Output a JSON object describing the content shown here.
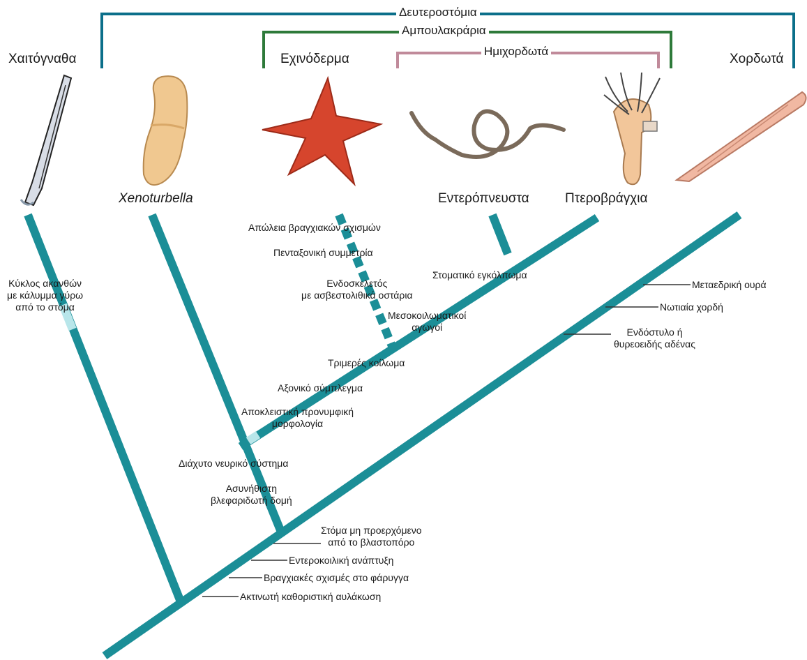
{
  "groups": {
    "deuterostomia": "Δευτεροστόμια",
    "ambulacraria": "Αμπουλακράρια",
    "hemichordata": "Ημιχορδωτά"
  },
  "taxa": {
    "chaetognatha": "Χαιτόγναθα",
    "xenoturbella": "Xenoturbella",
    "echinodermata": "Εχινόδερμα",
    "enteropneusta": "Εντερόπνευστα",
    "pterobranchia": "Πτεροβράγχια",
    "chordata": "Χορδωτά"
  },
  "traits": {
    "spines": "Κύκλος ακανθών\nμε κάλυμμα γύρω\nαπό το στόμα",
    "gill_loss": "Απώλεια βραγχιακών σχισμών",
    "pentaradial": "Πενταξονική συμμετρία",
    "endoskeleton": "Ενδοσκελετός\nμε ασβεστολιθικά οστάρια",
    "mesocoel_ducts": "Μεσοκοιλωματικοί\nαγωγοί",
    "stomochord": "Στοματικό εγκόλπωμα",
    "trimerous": "Τριμερές κοίλωμα",
    "axial_complex": "Αξονικό σύμπλεγμα",
    "larval_morphology": "Αποκλειστική προνυμφική\nμορφολογία",
    "diffuse_nervous": "Διάχυτο νευρικό σύστημα",
    "ciliary_structure": "Ασυνήθιστη\nβλεφαριδωτή δομή",
    "mouth_not_blastopore": "Στόμα μη προερχόμενο\nαπό το βλαστοπόρο",
    "enterocoely": "Εντεροκοιλική ανάπτυξη",
    "pharyngeal_slits": "Βραγχιακές σχισμές στο φάρυγγα",
    "radial_cleavage": "Ακτινωτή καθοριστική αυλάκωση",
    "post_anal_tail": "Μεταεδρική ουρά",
    "notochord": "Νωτιαία χορδή",
    "endostyle": "Ενδόστυλο ή\nθυρεοειδής αδένας"
  },
  "colors": {
    "trunk": "#1b8e97",
    "trunk_light": "#b8e6ea",
    "bracket_deuterostomia": "#0b6f8a",
    "bracket_ambulacraria": "#2e7a3a",
    "bracket_hemichordata": "#c08a9a"
  },
  "icons": [
    "arrow-worm-icon",
    "xenoturbella-icon",
    "starfish-icon",
    "acorn-worm-icon",
    "pterobranch-icon",
    "lancelet-icon"
  ]
}
